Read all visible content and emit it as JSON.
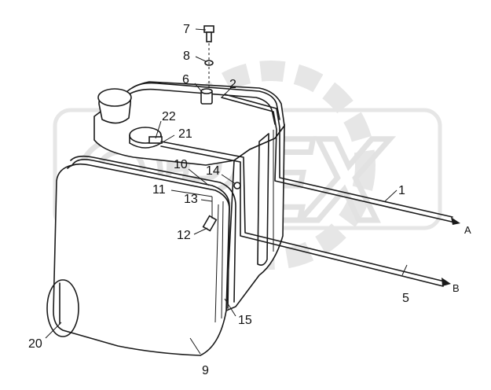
{
  "watermark": {
    "text": "OPEX"
  },
  "labels": {
    "l1": "1",
    "l2": "2",
    "l5": "5",
    "l6": "6",
    "l7": "7",
    "l8": "8",
    "l9": "9",
    "l10": "10",
    "l11": "11",
    "l12": "12",
    "l13": "13",
    "l14": "14",
    "l15": "15",
    "l20": "20",
    "l21": "21",
    "l22": "22"
  },
  "arrows": {
    "a": "A",
    "b": "B"
  }
}
